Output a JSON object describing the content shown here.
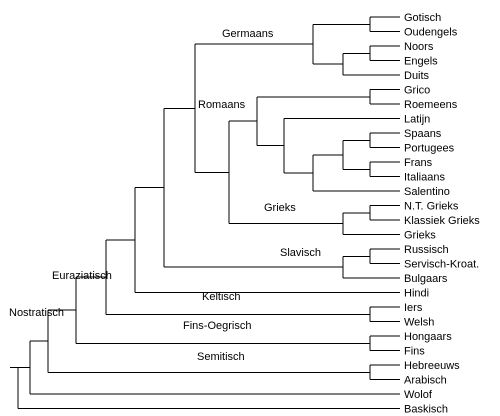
{
  "diagram": {
    "type": "tree",
    "line_color": "#000000",
    "leaves": [
      "Gotisch",
      "Oudengels",
      "Noors",
      "Engels",
      "Duits",
      "Grico",
      "Roemeens",
      "Latijn",
      "Spaans",
      "Portugees",
      "Frans",
      "Italiaans",
      "Salentino",
      "N.T. Grieks",
      "Klassiek Grieks",
      "Grieks",
      "Russisch",
      "Servisch-Kroat.",
      "Bulgaars",
      "Hindi",
      "Iers",
      "Welsh",
      "Hongaars",
      "Fins",
      "Hebreeuws",
      "Arabisch",
      "Wolof",
      "Baskisch"
    ],
    "group_labels": {
      "germaans": "Germaans",
      "romaans": "Romaans",
      "grieks": "Grieks",
      "slavisch": "Slavisch",
      "euraziatisch": "Euraziatisch",
      "keltisch": "Keltisch",
      "fins_oegrisch": "Fins-Oegrisch",
      "nostratisch": "Nostratisch",
      "semitisch": "Semitisch"
    }
  }
}
